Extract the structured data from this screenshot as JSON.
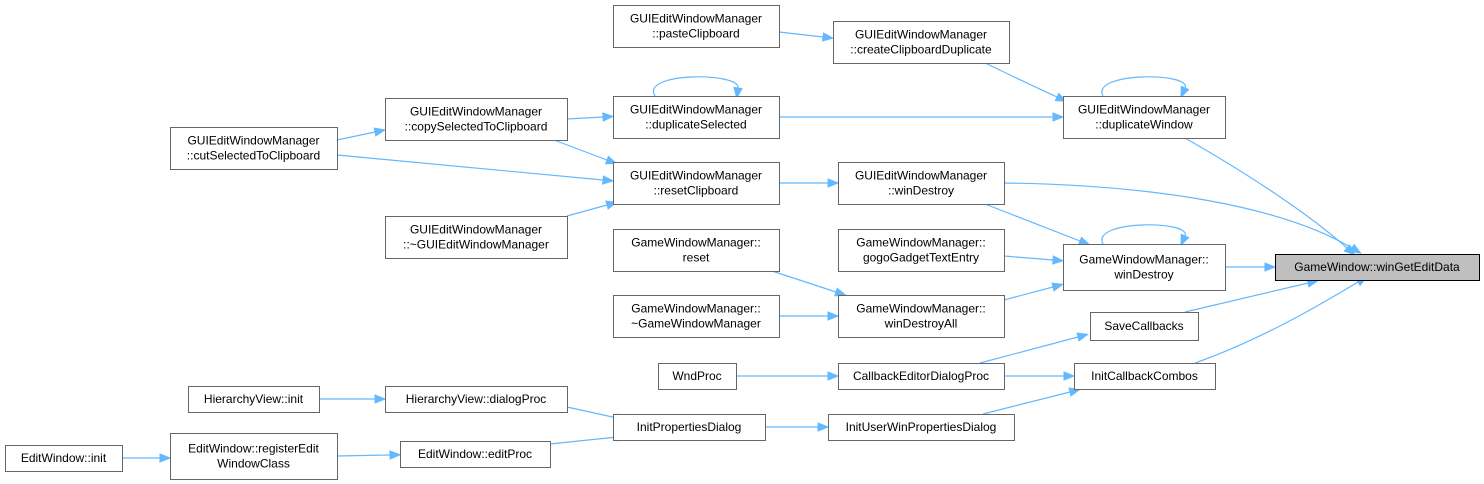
{
  "diagram": {
    "nodes": [
      {
        "id": "paste",
        "lines": [
          "GUIEditWindowManager",
          "::pasteClipboard"
        ]
      },
      {
        "id": "createDup",
        "lines": [
          "GUIEditWindowManager",
          "::createClipboardDuplicate"
        ]
      },
      {
        "id": "dupSel",
        "lines": [
          "GUIEditWindowManager",
          "::duplicateSelected"
        ]
      },
      {
        "id": "dupWin",
        "lines": [
          "GUIEditWindowManager",
          "::duplicateWindow"
        ]
      },
      {
        "id": "copySel",
        "lines": [
          "GUIEditWindowManager",
          "::copySelectedToClipboard"
        ]
      },
      {
        "id": "cutSel",
        "lines": [
          "GUIEditWindowManager",
          "::cutSelectedToClipboard"
        ]
      },
      {
        "id": "resetClip",
        "lines": [
          "GUIEditWindowManager",
          "::resetClipboard"
        ]
      },
      {
        "id": "guiWinDestroy",
        "lines": [
          "GUIEditWindowManager",
          "::winDestroy"
        ]
      },
      {
        "id": "guiDtor",
        "lines": [
          "GUIEditWindowManager",
          "::~GUIEditWindowManager"
        ]
      },
      {
        "id": "gwmReset",
        "lines": [
          "GameWindowManager::",
          "reset"
        ]
      },
      {
        "id": "gogo",
        "lines": [
          "GameWindowManager::",
          "gogoGadgetTextEntry"
        ]
      },
      {
        "id": "gwmWinDestroy",
        "lines": [
          "GameWindowManager::",
          "winDestroy"
        ]
      },
      {
        "id": "gwmDtor",
        "lines": [
          "GameWindowManager::",
          "~GameWindowManager"
        ]
      },
      {
        "id": "gwmDestroyAll",
        "lines": [
          "GameWindowManager::",
          "winDestroyAll"
        ]
      },
      {
        "id": "saveCb",
        "lines": [
          "SaveCallbacks"
        ]
      },
      {
        "id": "root",
        "lines": [
          "GameWindow::winGetEditData"
        ]
      },
      {
        "id": "wndProc",
        "lines": [
          "WndProc"
        ]
      },
      {
        "id": "cbDlgProc",
        "lines": [
          "CallbackEditorDialogProc"
        ]
      },
      {
        "id": "initCbCombos",
        "lines": [
          "InitCallbackCombos"
        ]
      },
      {
        "id": "hvInit",
        "lines": [
          "HierarchyView::init"
        ]
      },
      {
        "id": "hvDlgProc",
        "lines": [
          "HierarchyView::dialogProc"
        ]
      },
      {
        "id": "initPropDlg",
        "lines": [
          "InitPropertiesDialog"
        ]
      },
      {
        "id": "initUserWin",
        "lines": [
          "InitUserWinPropertiesDialog"
        ]
      },
      {
        "id": "ewInit",
        "lines": [
          "EditWindow::init"
        ]
      },
      {
        "id": "ewRegister",
        "lines": [
          "EditWindow::registerEdit",
          "WindowClass"
        ]
      },
      {
        "id": "ewEditProc",
        "lines": [
          "EditWindow::editProc"
        ]
      }
    ],
    "edges": [
      {
        "from": "paste",
        "to": "createDup"
      },
      {
        "from": "createDup",
        "to": "dupWin"
      },
      {
        "from": "dupSel",
        "to": "dupSel"
      },
      {
        "from": "dupSel",
        "to": "dupWin"
      },
      {
        "from": "dupWin",
        "to": "dupWin"
      },
      {
        "from": "dupWin",
        "to": "root"
      },
      {
        "from": "copySel",
        "to": "dupSel"
      },
      {
        "from": "copySel",
        "to": "resetClip"
      },
      {
        "from": "cutSel",
        "to": "copySel"
      },
      {
        "from": "cutSel",
        "to": "resetClip"
      },
      {
        "from": "guiDtor",
        "to": "resetClip"
      },
      {
        "from": "resetClip",
        "to": "guiWinDestroy"
      },
      {
        "from": "guiWinDestroy",
        "to": "root"
      },
      {
        "from": "guiWinDestroy",
        "to": "gwmWinDestroy"
      },
      {
        "from": "gogo",
        "to": "gwmWinDestroy"
      },
      {
        "from": "gwmWinDestroy",
        "to": "gwmWinDestroy"
      },
      {
        "from": "gwmWinDestroy",
        "to": "root"
      },
      {
        "from": "gwmReset",
        "to": "gwmDestroyAll"
      },
      {
        "from": "gwmDtor",
        "to": "gwmDestroyAll"
      },
      {
        "from": "gwmDestroyAll",
        "to": "gwmWinDestroy"
      },
      {
        "from": "saveCb",
        "to": "root"
      },
      {
        "from": "cbDlgProc",
        "to": "saveCb"
      },
      {
        "from": "wndProc",
        "to": "cbDlgProc"
      },
      {
        "from": "cbDlgProc",
        "to": "initCbCombos"
      },
      {
        "from": "initCbCombos",
        "to": "root"
      },
      {
        "from": "hvInit",
        "to": "hvDlgProc"
      },
      {
        "from": "hvDlgProc",
        "to": "initPropDlg"
      },
      {
        "from": "initPropDlg",
        "to": "initUserWin"
      },
      {
        "from": "initUserWin",
        "to": "initCbCombos"
      },
      {
        "from": "ewInit",
        "to": "ewRegister"
      },
      {
        "from": "ewRegister",
        "to": "ewEditProc"
      },
      {
        "from": "ewEditProc",
        "to": "initPropDlg"
      }
    ],
    "colors": {
      "edge": "#63b8ff",
      "node_border": "#666666",
      "node_fill": "#ffffff",
      "root_fill": "#bfbfbf",
      "root_border": "#000000"
    }
  }
}
